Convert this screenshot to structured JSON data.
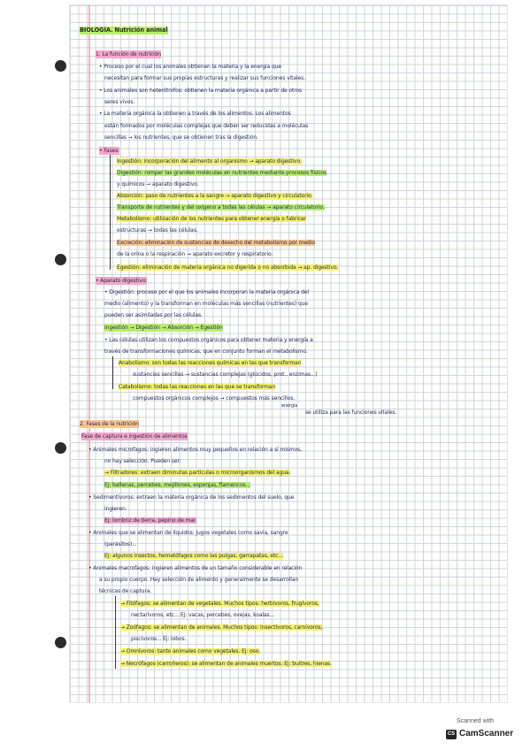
{
  "page": {
    "title": "BIOLOGÍA. Nutrición animal",
    "lines": [
      "1. La función de nutrición",
      "• Proceso por el cual los animales obtienen la materia y la energía que",
      "necesitan para formar sus propias estructuras y realizar sus funciones vitales.",
      "• Los animales son heterótrofos: obtienen la materia orgánica a partir de otros",
      "seres vivos.",
      "• La materia orgánica la obtienen a través de los alimentos. Los alimentos",
      "están formados por moléculas complejas que deben ser reducidas a moléculas",
      "sencillas → los nutrientes, que se obtienen tras la digestión.",
      "• Fases:",
      "Ingestión: incorporación del alimento al organismo → aparato digestivo.",
      "Digestión: romper las grandes moléculas en nutrientes mediante procesos físicos",
      "y químicos → aparato digestivo.",
      "Absorción: paso de nutrientes a la sangre → aparato digestivo y circulatorio.",
      "Transporte de nutrientes y del oxígeno a todas las células → aparato circulatorio.",
      "Metabolismo: utilización de los nutrientes para obtener energía o fabricar",
      "estructuras → todas las células.",
      "Excreción: eliminación de sustancias de desecho del metabolismo por medio",
      "de la orina o la respiración → aparato excretor y respiratorio.",
      "Egestión: eliminación de materia orgánica no digerida o no absorbida → ap. digestivo.",
      "• Aparato digestivo:",
      "• Digestión: proceso por el que los animales incorporan la materia orgánica del",
      "medio (alimento) y la transforman en moléculas más sencillas (nutrientes) que",
      "pueden ser asimiladas por las células.",
      "Ingestión → Digestión → Absorción → Egestión",
      "• Las células utilizan los compuestos orgánicos para obtener materia y energía a",
      "través de transformaciones químicas, que en conjunto forman el metabolismo.",
      "Anabolismo: son todas las reacciones químicas en las que transforman",
      "sustancias sencillas → sustancias complejas (glúcidos, prot., enzimas...)",
      "Catabolismo: todas las reacciones en las que se transforman",
      "compuestos orgánicos complejos → compuestos más sencillos.",
      "energía",
      "se utiliza para las funciones vitales.",
      "2. Fases de la nutrición",
      "Fase de captura e ingestión de alimentos",
      "• Animales microfagos: ingieren alimentos muy pequeños en relación a sí mismos,",
      "no hay selección. Pueden ser:",
      "→ Filtradores: extraen diminutas partículas o microorganismos del agua.",
      "Ej: ballenas, percebes, mejillones, esponjas, flamencos...",
      "• Sedimentívoros: extraen la materia orgánica de los sedimentos del suelo, que",
      "ingieren.",
      "Ej: lombriz de tierra, pepino de mar.",
      "• Animales que se alimentan de líquidos: jugos vegetales como savia, sangre",
      "(parásitos)...",
      "Ej: algunos insectos, hematófagos como las pulgas, garrapatas, etc...",
      "• Animales macrofagos: ingieren alimentos de un tamaño considerable en relación",
      "a su propio cuerpo. Hay selección de alimento y generalmente se desarrollan",
      "técnicas de captura.",
      "→ Fitófagos: se alimentan de vegetales. Muchos tipos: herbívoros, frugívoros,",
      "nectarívoros, etc... Ej: vacas, percebes, ovejas, koalas...",
      "→ Zoófagos: se alimentan de animales. Muchos tipos: insectívoros, carnívoros,",
      "piscívoros... Ej: lobos.",
      "→ Omnívoros: tanto animales como vegetales. Ej: oso.",
      "→ Necrófagos (carroñeros): se alimentan de animales muertos. Ej: buitres, hienas."
    ]
  },
  "scanner": {
    "scanned_with": "Scanned with",
    "logo": "CS",
    "brand": "CamScanner"
  }
}
